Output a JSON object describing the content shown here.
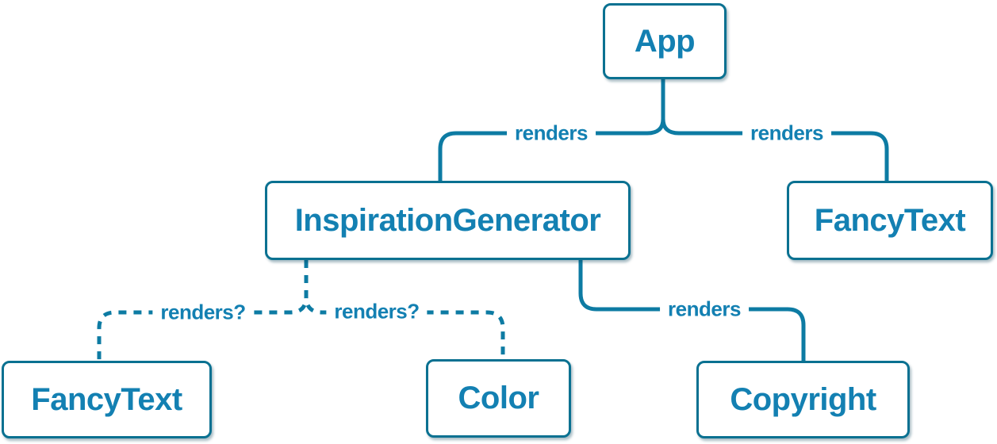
{
  "colors": {
    "line": "#0d7ba3",
    "box_border": "#0a7191",
    "text": "#1380b2",
    "box_fill": "#ffffff",
    "background": "#ffffff"
  },
  "diagram": {
    "type": "react-render-tree",
    "nodes": [
      {
        "id": "app",
        "label": "App"
      },
      {
        "id": "inspiration-generator",
        "label": "InspirationGenerator"
      },
      {
        "id": "fancy-text-top",
        "label": "FancyText"
      },
      {
        "id": "fancy-text-bottom",
        "label": "FancyText"
      },
      {
        "id": "color",
        "label": "Color"
      },
      {
        "id": "copyright",
        "label": "Copyright"
      }
    ],
    "edges": [
      {
        "from": "app",
        "to": "inspiration-generator",
        "label": "renders",
        "style": "solid"
      },
      {
        "from": "app",
        "to": "fancy-text-top",
        "label": "renders",
        "style": "solid"
      },
      {
        "from": "inspiration-generator",
        "to": "fancy-text-bottom",
        "label": "renders?",
        "style": "dashed"
      },
      {
        "from": "inspiration-generator",
        "to": "color",
        "label": "renders?",
        "style": "dashed"
      },
      {
        "from": "inspiration-generator",
        "to": "copyright",
        "label": "renders",
        "style": "solid"
      }
    ]
  }
}
